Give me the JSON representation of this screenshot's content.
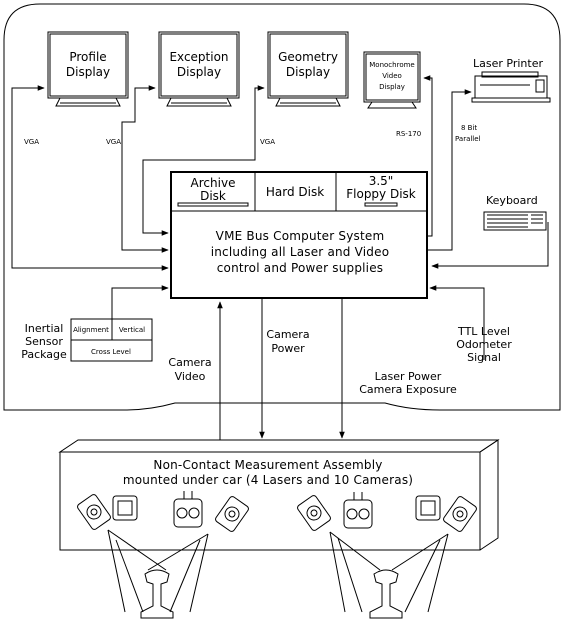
{
  "displays": [
    {
      "line1": "Profile",
      "line2": "Display"
    },
    {
      "line1": "Exception",
      "line2": "Display"
    },
    {
      "line1": "Geometry",
      "line2": "Display"
    },
    {
      "line1": "Monochrome",
      "line2": "Video",
      "line3": "Display"
    }
  ],
  "printer": {
    "label": "Laser Printer"
  },
  "keyboard": {
    "label": "Keyboard"
  },
  "connections": {
    "vga": "VGA",
    "rs170": "RS-170",
    "parallel_line1": "8 Bit",
    "parallel_line2": "Parallel"
  },
  "storage": {
    "archive_line1": "Archive",
    "archive_line2": "Disk",
    "hard": "Hard Disk",
    "floppy_line1": "3.5\"",
    "floppy_line2": "Floppy Disk"
  },
  "computer": {
    "line1": "VME Bus Computer System",
    "line2": "including all Laser and Video",
    "line3": "control and Power supplies"
  },
  "inertial": {
    "label_line1": "Inertial",
    "label_line2": "Sensor",
    "label_line3": "Package",
    "alignment": "Alignment",
    "vertical": "Vertical",
    "cross_level": "Cross Level"
  },
  "signals": {
    "camera_video_line1": "Camera",
    "camera_video_line2": "Video",
    "camera_power_line1": "Camera",
    "camera_power_line2": "Power",
    "laser_line1": "Laser Power",
    "laser_line2": "Camera Exposure",
    "ttl_line1": "TTL Level",
    "ttl_line2": "Odometer",
    "ttl_line3": "Signal"
  },
  "assembly": {
    "line1": "Non-Contact Measurement Assembly",
    "line2": "mounted under car (4 Lasers and 10 Cameras)"
  }
}
